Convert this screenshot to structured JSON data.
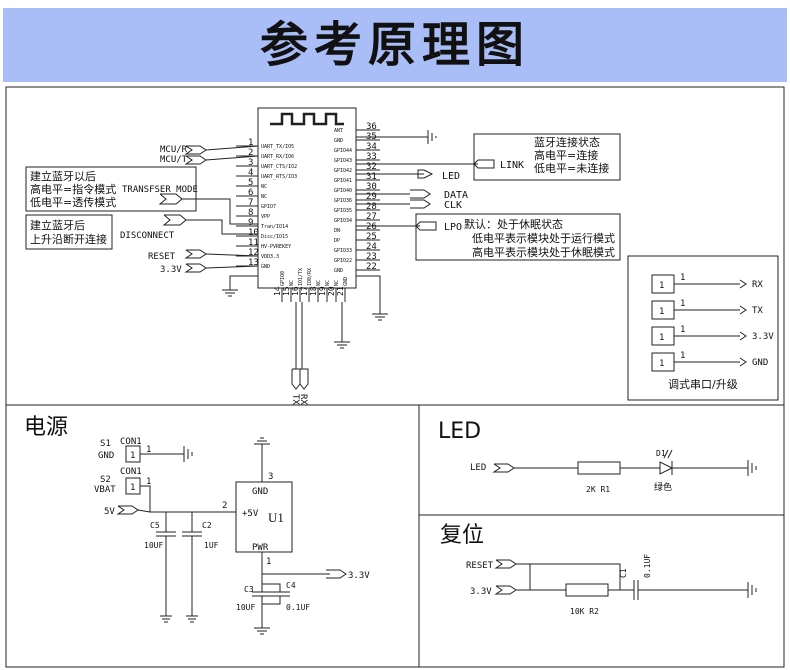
{
  "title": "参考原理图",
  "module": {
    "left_pins": [
      {
        "num": "1",
        "name": "UART_TX/IO5"
      },
      {
        "num": "2",
        "name": "UART_RX/IO6"
      },
      {
        "num": "3",
        "name": "UART_CTS/IO2"
      },
      {
        "num": "4",
        "name": "UART_RTS/IO3"
      },
      {
        "num": "5",
        "name": "NC"
      },
      {
        "num": "6",
        "name": "NC"
      },
      {
        "num": "7",
        "name": "GPIO7"
      },
      {
        "num": "8",
        "name": "VPP"
      },
      {
        "num": "9",
        "name": "Tran/IO14"
      },
      {
        "num": "10",
        "name": "Disc/IO15"
      },
      {
        "num": "11",
        "name": "HV-PVREKEY"
      },
      {
        "num": "12",
        "name": "VDD3.3"
      },
      {
        "num": "13",
        "name": "GND"
      }
    ],
    "right_pins": [
      {
        "num": "36",
        "name": "ANT"
      },
      {
        "num": "35",
        "name": "GND"
      },
      {
        "num": "34",
        "name": "GPIO44"
      },
      {
        "num": "33",
        "name": "GPIO43"
      },
      {
        "num": "32",
        "name": "GPIO42"
      },
      {
        "num": "31",
        "name": "GPIO41"
      },
      {
        "num": "30",
        "name": "GPIO40"
      },
      {
        "num": "29",
        "name": "GPIO36"
      },
      {
        "num": "28",
        "name": "GPIO35"
      },
      {
        "num": "27",
        "name": "GPIO34"
      },
      {
        "num": "26",
        "name": "DN"
      },
      {
        "num": "25",
        "name": "DP"
      },
      {
        "num": "24",
        "name": "GPIO33"
      },
      {
        "num": "23",
        "name": "GPIO22"
      },
      {
        "num": "22",
        "name": "GND"
      }
    ],
    "bottom_pins": [
      "14",
      "15",
      "16",
      "17",
      "18",
      "19",
      "20",
      "21"
    ],
    "bottom_names": [
      "GPIO0",
      "NC",
      "IO1/TX",
      "IO0/RX",
      "NC",
      "NC",
      "NC",
      "GND"
    ],
    "bottom_ports": [
      "TX",
      "RX"
    ]
  },
  "nets": {
    "mcu_r": "MCU/R",
    "mcu_t": "MCU/T",
    "transfer_mode": "TRANSFSER_MODE",
    "disconnect": "DISCONNECT",
    "reset": "RESET",
    "v33": "3.3V",
    "link": "LINK",
    "led": "LED",
    "data": "DATA",
    "clk": "CLK",
    "lpo": "LPO"
  },
  "notes": {
    "mode_note": [
      "建立蓝牙以后",
      "高电平=指令模式",
      "低电平=透传模式"
    ],
    "disc_note": [
      "建立蓝牙后",
      "上升沿断开连接"
    ],
    "link_note": [
      "蓝牙连接状态",
      "高电平=连接",
      "低电平=未连接"
    ],
    "lpo_note": [
      "默认：处于休眠状态",
      "低电平表示模块处于运行模式",
      "高电平表示模块处于休眠模式"
    ]
  },
  "debug_port": {
    "title": "调式串口/升级",
    "pins": [
      {
        "num": "1",
        "label": "RX"
      },
      {
        "num": "1",
        "label": "TX"
      },
      {
        "num": "1",
        "label": "3.3V"
      },
      {
        "num": "1",
        "label": "GND"
      }
    ]
  },
  "power": {
    "title": "电源",
    "s1": "S1",
    "s2": "S2",
    "con": "CON1",
    "gnd": "GND",
    "vbat": "VBAT",
    "pin1": "1",
    "v5": "5V",
    "reg": "U1",
    "reg_gnd": "GND",
    "reg_in": "+5V",
    "reg_out": "PWR",
    "pin2": "2",
    "pin3": "3",
    "c5": "C5",
    "c5_val": "10UF",
    "c2": "C2",
    "c2_val": "1UF",
    "c3": "C3",
    "c3_val": "10UF",
    "c4": "C4",
    "c4_val": "0.1UF",
    "out": "3.3V"
  },
  "led_section": {
    "title": "LED",
    "net": "LED",
    "r": "2K  R1",
    "d": "D1",
    "d_color": "绿色"
  },
  "reset_section": {
    "title": "复位",
    "net_reset": "RESET",
    "net_v": "3.3V",
    "c": "C1",
    "c_val": "0.1UF",
    "r": "10K  R2"
  }
}
